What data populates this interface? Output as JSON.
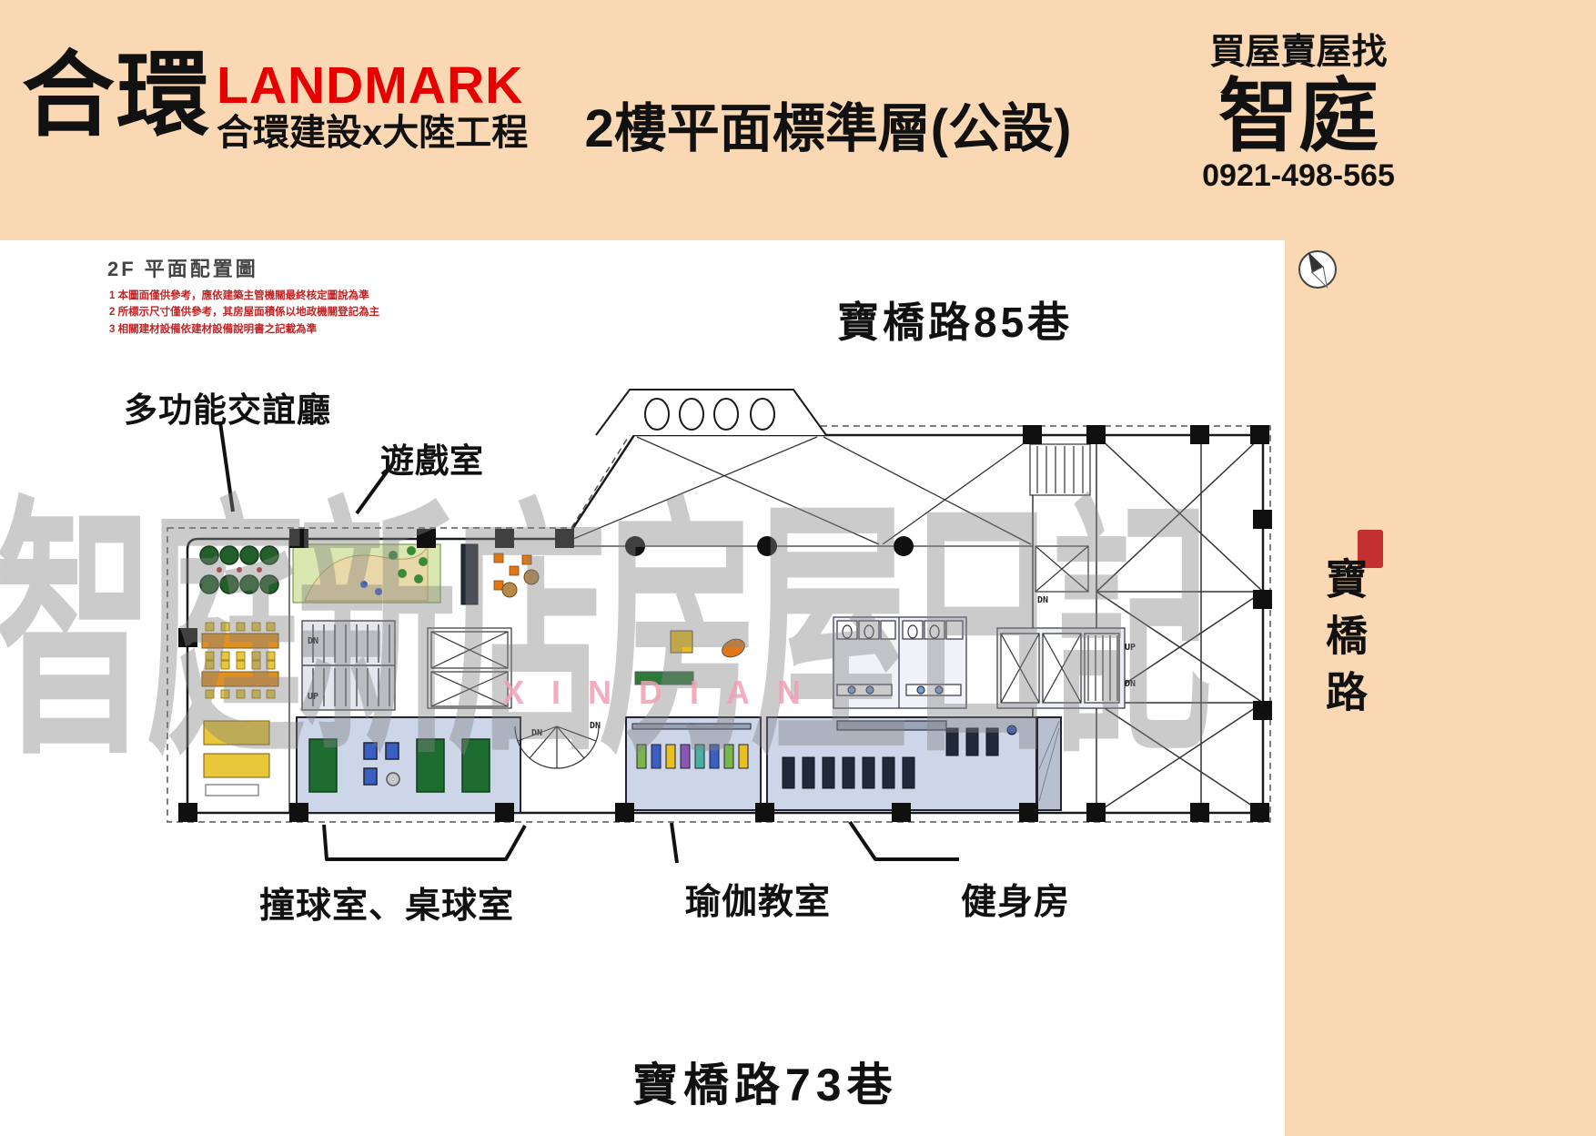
{
  "header": {
    "brand_main": "合環",
    "brand_landmark": "LANDMARK",
    "brand_sub": "合環建設x大陸工程",
    "title": "2樓平面標準層(公設)",
    "agent": {
      "tagline": "買屋賣屋找",
      "name": "智庭",
      "phone": "0921-498-565"
    }
  },
  "plan": {
    "heading": "2F 平面配置圖",
    "notes": [
      "1 本圖面僅供參考，應依建築主管機關最終核定圖說為準",
      "2 所標示尺寸僅供參考，其房屋面積係以地政機關登記為主",
      "3 相關建材設備依建材設備說明書之記載為準"
    ],
    "streets": {
      "top": "寶橋路85巷",
      "right": "寶橋路",
      "bottom": "寶橋路73巷"
    },
    "labels": {
      "lounge": "多功能交誼廳",
      "game_room": "遊戲室",
      "billiards": "撞球室、桌球室",
      "yoga": "瑜伽教室",
      "gym": "健身房"
    },
    "dn": "DN",
    "up": "UP"
  },
  "watermark": {
    "text": "智庭新店房屋日記",
    "subtext": "XINDIAN"
  },
  "colors": {
    "header_bg": "#fbd8b4",
    "landmark_red": "#e60000",
    "note_red": "#c22424",
    "room_blue": "#ccd6e8"
  }
}
